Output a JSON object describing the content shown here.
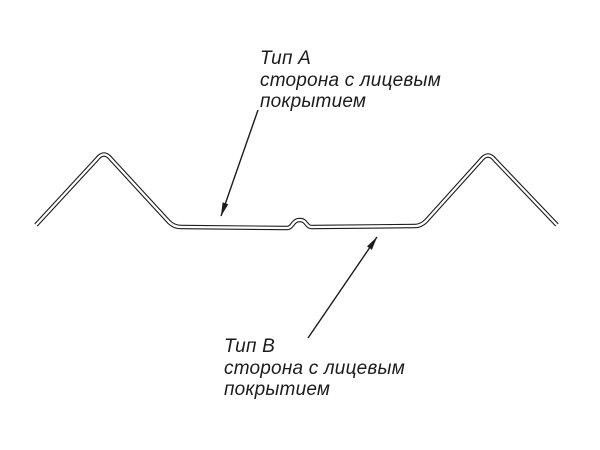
{
  "labels": {
    "type_a": {
      "title": "Тип А",
      "desc1": "сторона с лицевым",
      "desc2": "покрытием"
    },
    "type_b": {
      "title": "Тип В",
      "desc1": "сторона с лицевым",
      "desc2": "покрытием"
    }
  },
  "colors": {
    "line": "#1c1c1c",
    "background": "#ffffff"
  }
}
